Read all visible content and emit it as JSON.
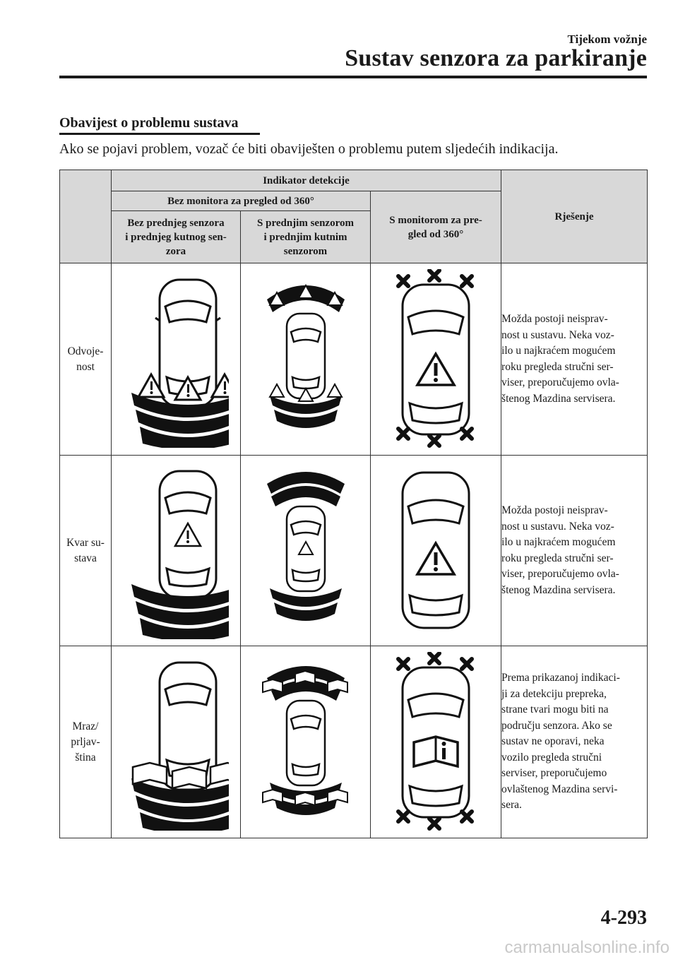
{
  "header": {
    "chapter": "Tijekom vožnje",
    "title": "Sustav senzora za parkiranje"
  },
  "section": {
    "title": "Obavijest o problemu sustava",
    "intro": "Ako se pojavi problem, vozač će biti obaviješten o problemu putem sljedećih indikacija."
  },
  "table": {
    "headers": {
      "detection": "Indikator detekcije",
      "no_monitor": "Bez monitora za pregled od 360°",
      "no_front_a": "Bez prednjeg senzora",
      "no_front_b": "i prednjeg kutnog sen-",
      "no_front_c": "zora",
      "with_front_a": "S prednjim senzorom",
      "with_front_b": "i prednjim kutnim",
      "with_front_c": "senzorom",
      "monitor_a": "S monitorom za pre-",
      "monitor_b": "gled od 360°",
      "solution": "Rješenje"
    },
    "rows": [
      {
        "cond": [
          "Odvoje-",
          "nost"
        ],
        "icon": "warning-triangle-icon",
        "sol": [
          "Možda postoji neisprav-",
          "nost u sustavu. Neka voz-",
          "ilo u najkraćem mogućem",
          "roku pregleda stručni ser-",
          "viser, preporučujemo ovla-",
          "štenog Mazdina servisera."
        ]
      },
      {
        "cond": [
          "Kvar su-",
          "stava"
        ],
        "icon": "warning-triangle-icon",
        "sol": [
          "Možda postoji neisprav-",
          "nost u sustavu. Neka voz-",
          "ilo u najkraćem mogućem",
          "roku pregleda stručni ser-",
          "viser, preporučujemo ovla-",
          "štenog Mazdina servisera."
        ]
      },
      {
        "cond": [
          "Mraz/",
          "prljav-",
          "ština"
        ],
        "icon": "manual-info-icon",
        "sol": [
          "Prema prikazanoj indikaci-",
          "ji za detekciju prepreka,",
          "strane tvari mogu biti na",
          "području senzora. Ako se",
          "sustav ne oporavi, neka",
          "vozilo pregleda stručni",
          "serviser, preporučujemo",
          "ovlaštenog Mazdina servi-",
          "sera."
        ]
      }
    ]
  },
  "page_number": "4-293",
  "watermark": "carmanualsonline.info"
}
